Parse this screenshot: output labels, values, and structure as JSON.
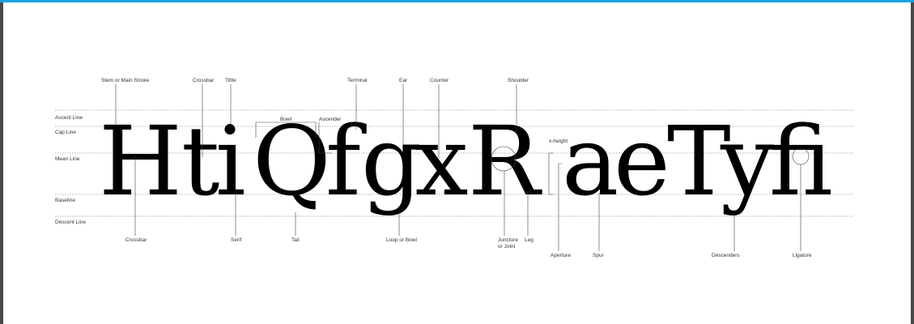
{
  "guide_lines": {
    "ascent": "Ascent Line",
    "cap": "Cap Line",
    "mean": "Mean Line",
    "base": "Baseline",
    "descent": "Descent Line"
  },
  "specimen": [
    "H",
    "t",
    "i",
    "Q",
    "f",
    "g",
    "x",
    "R",
    "a",
    "e",
    "T",
    "y",
    "ﬁ"
  ],
  "labels_top": {
    "stem": "Stem or Main Stroke",
    "crossbar": "Crossbar",
    "tittle": "Tittle",
    "bowl": "Bowl",
    "ascender": "Ascender",
    "terminal": "Terminal",
    "ear": "Ear",
    "counter": "Counter",
    "shoulder": "Shoulder",
    "xheight": "x-height"
  },
  "labels_bottom": {
    "crossbar": "Crossbar",
    "serif": "Serif",
    "tail": "Tail",
    "loop": "Loop or Bowl",
    "juncture_1": "Juncture",
    "juncture_2": "or Joint",
    "leg": "Leg",
    "aperture": "Aperture",
    "spur": "Spur",
    "descenders": "Descenders",
    "ligature": "Ligature"
  }
}
